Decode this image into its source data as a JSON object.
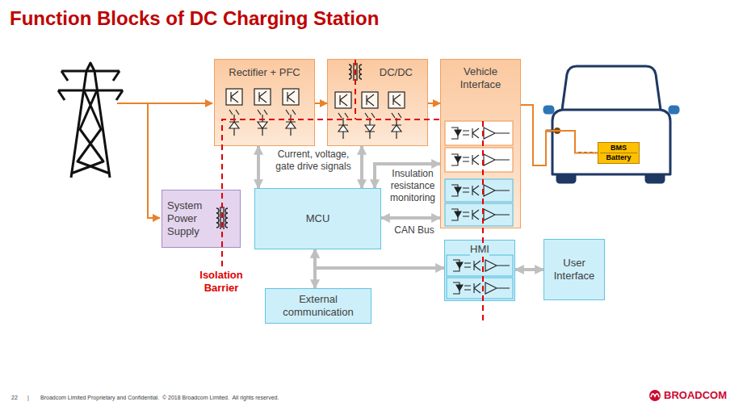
{
  "diagram": {
    "title": "Function Blocks of DC Charging Station",
    "nodes": [
      {
        "text": [
          "Rectifier + PFC"
        ]
      },
      {
        "text": [
          "DC/DC"
        ]
      },
      {
        "text": [
          "Vehicle Interface"
        ]
      },
      {
        "text": [
          "System Power Supply"
        ]
      },
      {
        "text": [
          "MCU"
        ]
      },
      {
        "text": [
          "HMI"
        ]
      },
      {
        "text": [
          "User Interface"
        ]
      },
      {
        "text": [
          "External communication"
        ]
      },
      {
        "text": [
          "BMS",
          "Battery"
        ]
      }
    ],
    "edges": [
      {
        "from": 0,
        "to": 1,
        "arrow": "to"
      },
      {
        "from": 1,
        "to": 2,
        "arrow": "to"
      },
      {
        "from": 2,
        "to": 8,
        "arrow": "none"
      },
      {
        "from": 0,
        "to": 4,
        "arrow": "both"
      },
      {
        "from": 1,
        "to": 4,
        "arrow": "both"
      },
      {
        "from": 4,
        "to": 2,
        "arrow": "both",
        "label": "Insulation resistance monitoring"
      },
      {
        "from": 4,
        "to": 2,
        "arrow": "both",
        "label": "CAN Bus"
      },
      {
        "from": 4,
        "to": 5,
        "arrow": "both"
      },
      {
        "from": 4,
        "to": 7,
        "arrow": "both"
      },
      {
        "from": 5,
        "to": 6,
        "arrow": "both"
      }
    ],
    "labels": [
      "Current, voltage, gate drive signals",
      "Isolation Barrier",
      "22",
      "|",
      "Broadcom Limited Proprietary and Confidential.  © 2018 Broadcom Limited.  All rights reserved.",
      "BROADCOM"
    ]
  }
}
